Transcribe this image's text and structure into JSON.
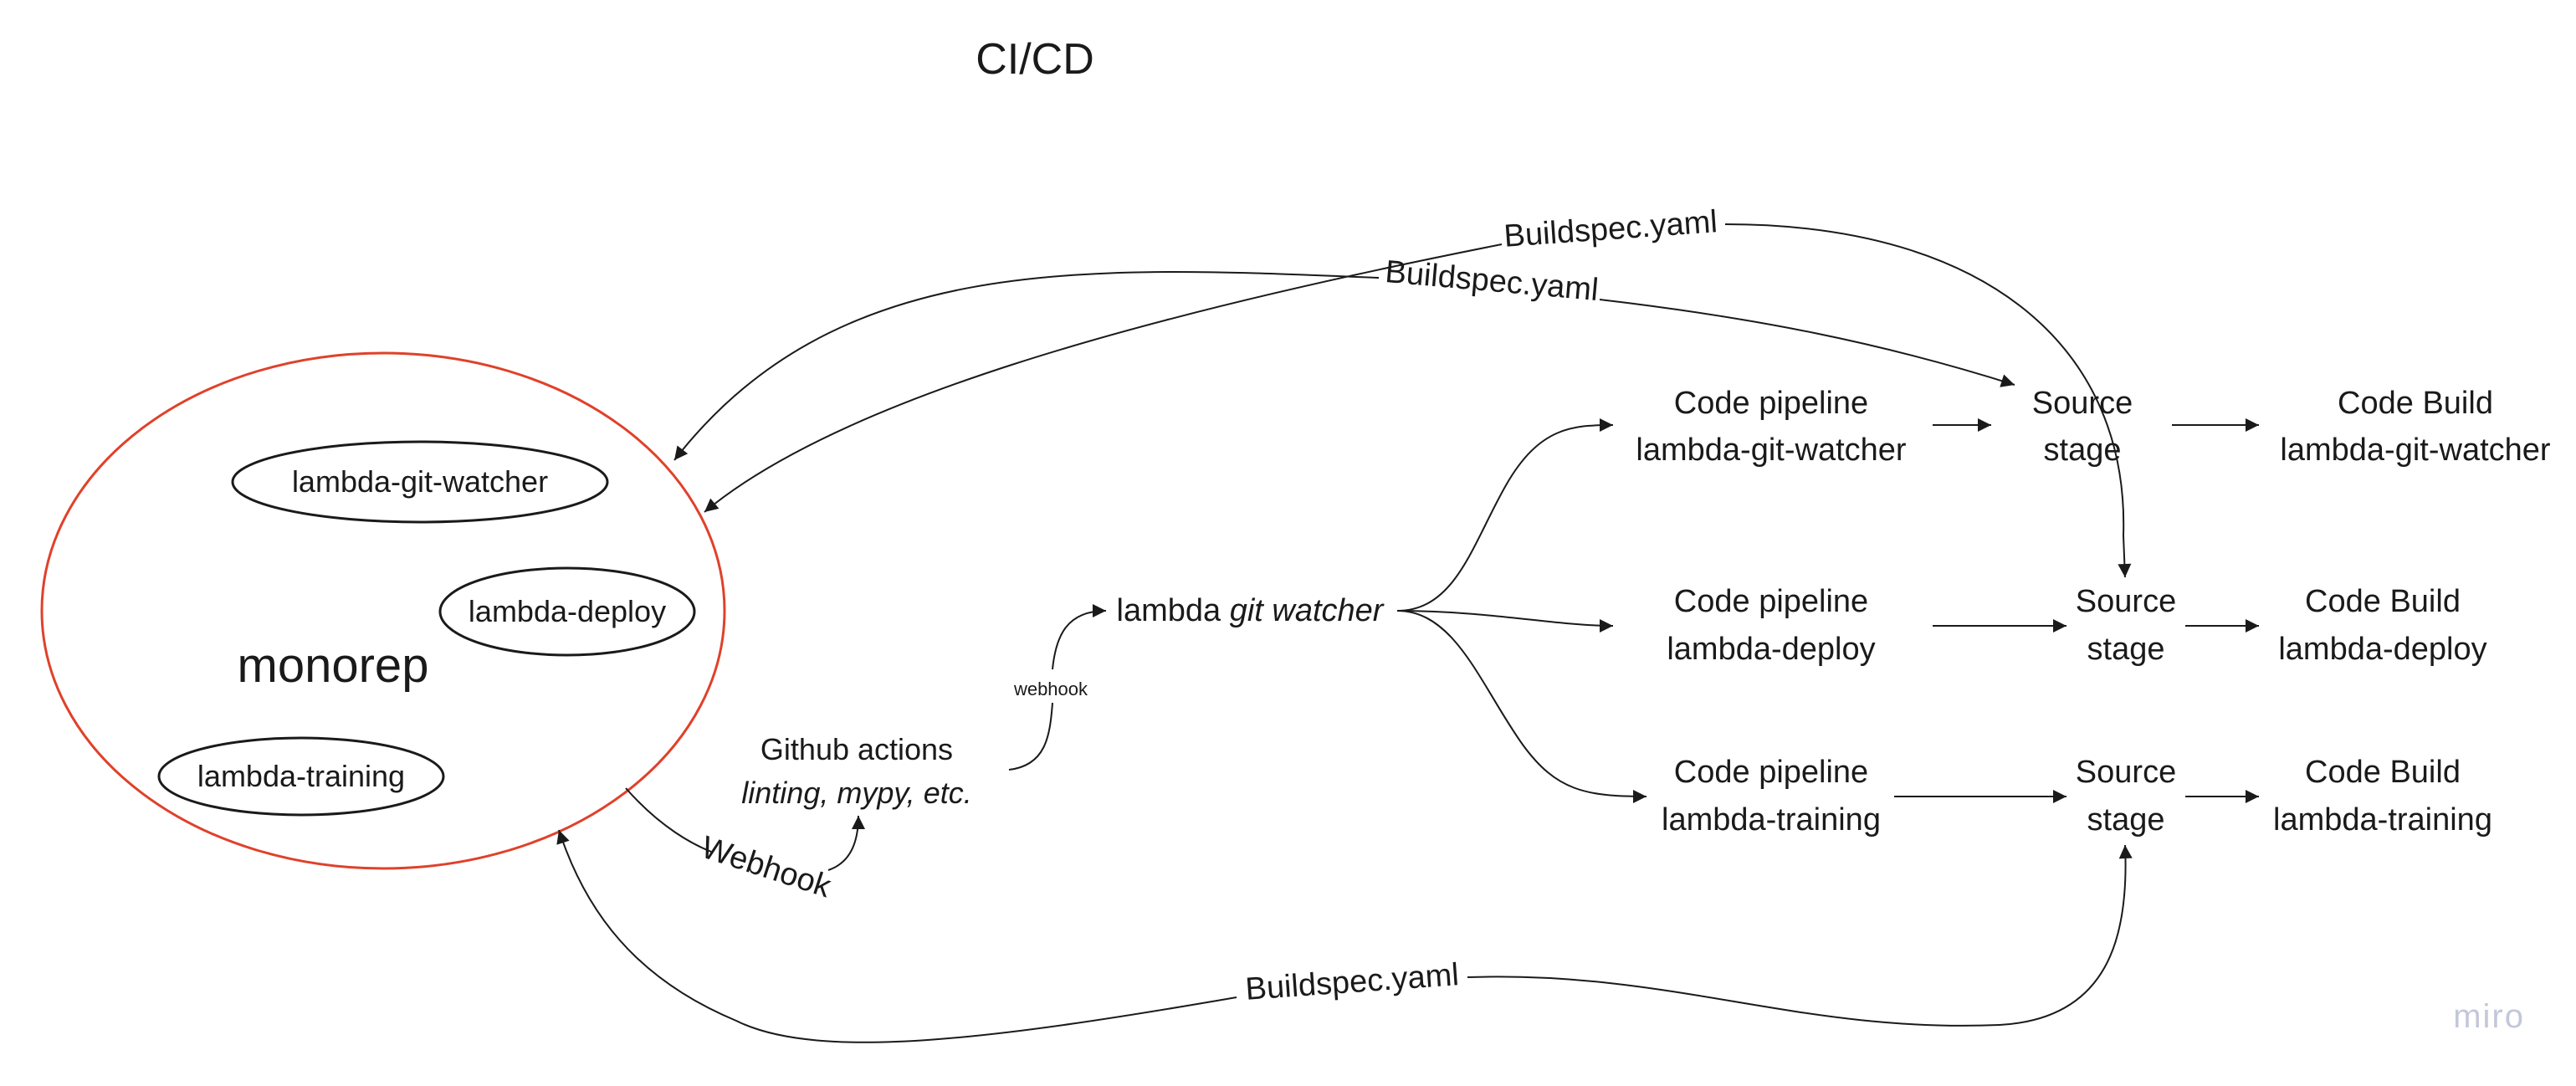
{
  "title": "CI/CD",
  "monorepo": {
    "label": "monorep",
    "packages": [
      "lambda-git-watcher",
      "lambda-deploy",
      "lambda-training"
    ]
  },
  "github_actions": {
    "line1": "Github actions",
    "line2": "linting, mypy, etc."
  },
  "git_watcher": {
    "prefix": "lambda ",
    "italic": "git watcher"
  },
  "pipelines": [
    {
      "line1": "Code pipeline",
      "line2": "lambda-git-watcher"
    },
    {
      "line1": "Code pipeline",
      "line2": "lambda-deploy"
    },
    {
      "line1": "Code pipeline",
      "line2": "lambda-training"
    }
  ],
  "source_stages": [
    {
      "line1": "Source",
      "line2": "stage"
    },
    {
      "line1": "Source",
      "line2": "stage"
    },
    {
      "line1": "Source",
      "line2": "stage"
    }
  ],
  "code_builds": [
    {
      "line1": "Code Build",
      "line2": "lambda-git-watcher"
    },
    {
      "line1": "Code Build",
      "line2": "lambda-deploy"
    },
    {
      "line1": "Code Build",
      "line2": "lambda-training"
    }
  ],
  "edge_labels": {
    "buildspec_top": "Buildspec.yaml",
    "buildspec_mid": "Buildspec.yaml",
    "buildspec_bottom": "Buildspec.yaml",
    "webhook_large": "Webhook",
    "webhook_small": "webhook"
  },
  "brand": "miro",
  "colors": {
    "monorepo_outline": "#e0412a",
    "ink": "#1a1a1a",
    "brand": "#c3c7d9"
  }
}
